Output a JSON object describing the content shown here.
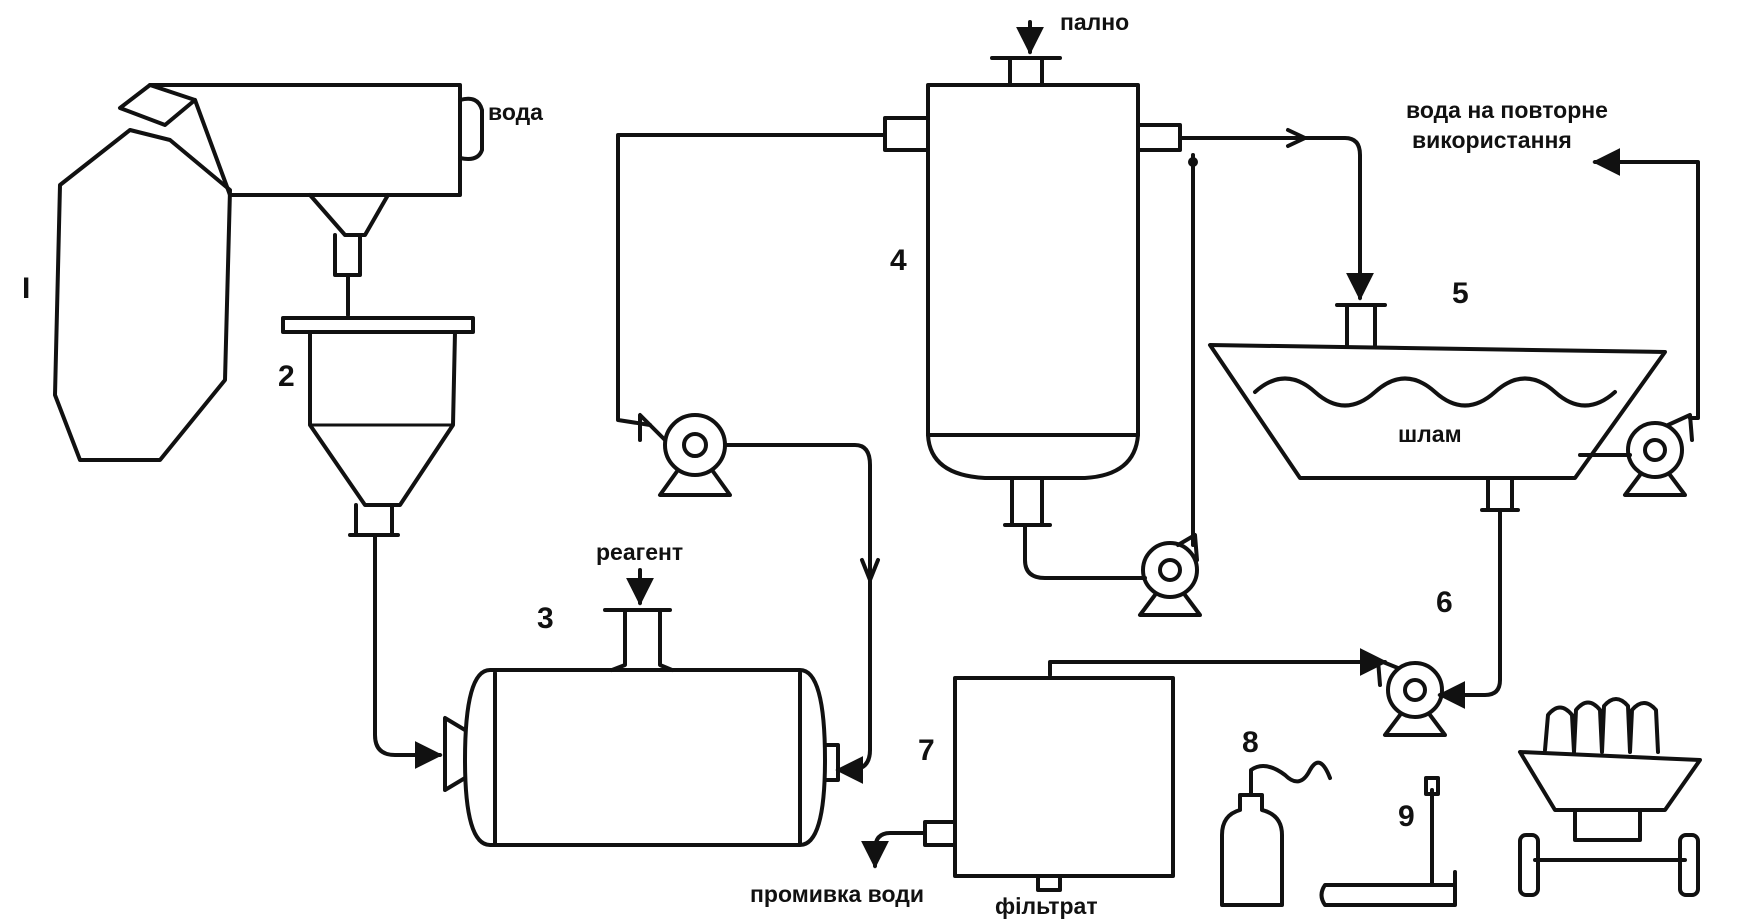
{
  "labels": {
    "n1": "I",
    "n2": "2",
    "n3": "3",
    "n4": "4",
    "n5": "5",
    "n6": "6",
    "n7": "7",
    "n8": "8",
    "n9": "9",
    "voda": "вода",
    "palno": "пално",
    "reagent": "реагент",
    "voda_povtorne_1": "вода на повторне",
    "voda_povtorne_2": "використання",
    "shlam": "шлам",
    "promyvka": "промивка води",
    "filtrat": "фільтрат"
  }
}
